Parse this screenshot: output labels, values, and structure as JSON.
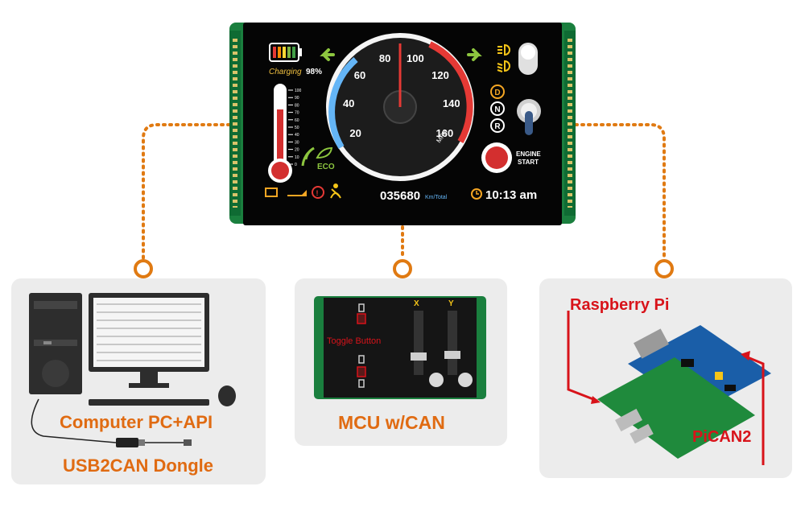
{
  "dashboard": {
    "charging_label": "Charging",
    "charge_percent": "98%",
    "eco_label": "ECO",
    "speed_ticks": [
      "20",
      "40",
      "60",
      "80",
      "100",
      "120",
      "140",
      "160"
    ],
    "speed_unit": "MPH",
    "gears": [
      "D",
      "N",
      "R"
    ],
    "engine_button_line1": "ENGINE",
    "engine_button_line2": "START",
    "odometer_value": "035680",
    "odometer_unit": "Km/Total",
    "clock": "10:13 am",
    "thermometer_ticks": [
      "100",
      "90",
      "80",
      "70",
      "60",
      "50",
      "40",
      "30",
      "20",
      "10",
      "0"
    ],
    "icons": [
      "battery-icon",
      "left-arrow-icon",
      "right-arrow-icon",
      "headlight-high-icon",
      "headlight-low-icon",
      "thermometer-icon",
      "eco-leaf-icon",
      "check-engine-icon",
      "oil-can-icon",
      "brake-warning-icon",
      "seatbelt-icon",
      "clock-icon"
    ]
  },
  "panels": {
    "computer": {
      "label_main": "Computer  PC+API",
      "label_dongle": "USB2CAN Dongle"
    },
    "mcu": {
      "label": "MCU w/CAN",
      "toggle_label": "Toggle Button",
      "axis_x": "X",
      "axis_y": "Y"
    },
    "raspberry": {
      "label_pi": "Raspberry Pi",
      "label_can": "PiCAN2"
    }
  },
  "colors": {
    "accent_orange": "#e06b12",
    "red": "#d8131a",
    "screen_bg": "#050505",
    "pcb_green": "#1a7f3e",
    "panel_gray": "#ececec",
    "arrow_green": "#8dc63f"
  }
}
